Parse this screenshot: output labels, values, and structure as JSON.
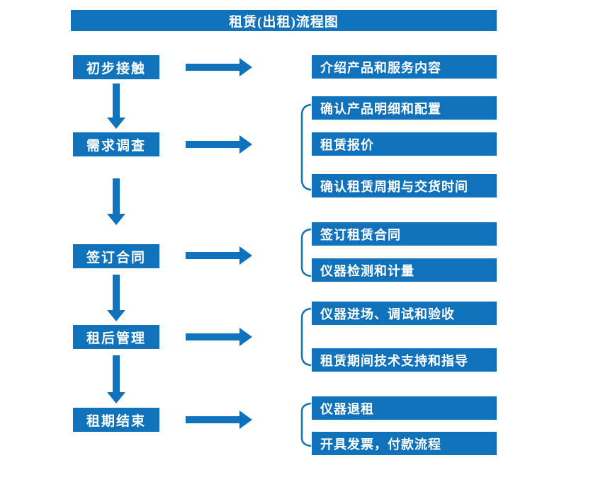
{
  "page": {
    "title": "租赁(出租)流程图"
  },
  "colors": {
    "primary": "#1172bc",
    "text_on_primary": "#ffffff",
    "background": "#ffffff"
  },
  "flow": {
    "steps": [
      {
        "label": "初步接触",
        "details": [
          "介绍产品和服务内容"
        ]
      },
      {
        "label": "需求调查",
        "details": [
          "确认产品明细和配置",
          "租赁报价",
          "确认租赁周期与交货时间"
        ]
      },
      {
        "label": "签订合同",
        "details": [
          "签订租赁合同",
          "仪器检测和计量"
        ]
      },
      {
        "label": "租后管理",
        "details": [
          "仪器进场、调试和验收",
          "租赁期间技术支持和指导"
        ]
      },
      {
        "label": "租期结束",
        "details": [
          "仪器退租",
          "开具发票，付款流程"
        ]
      }
    ]
  }
}
